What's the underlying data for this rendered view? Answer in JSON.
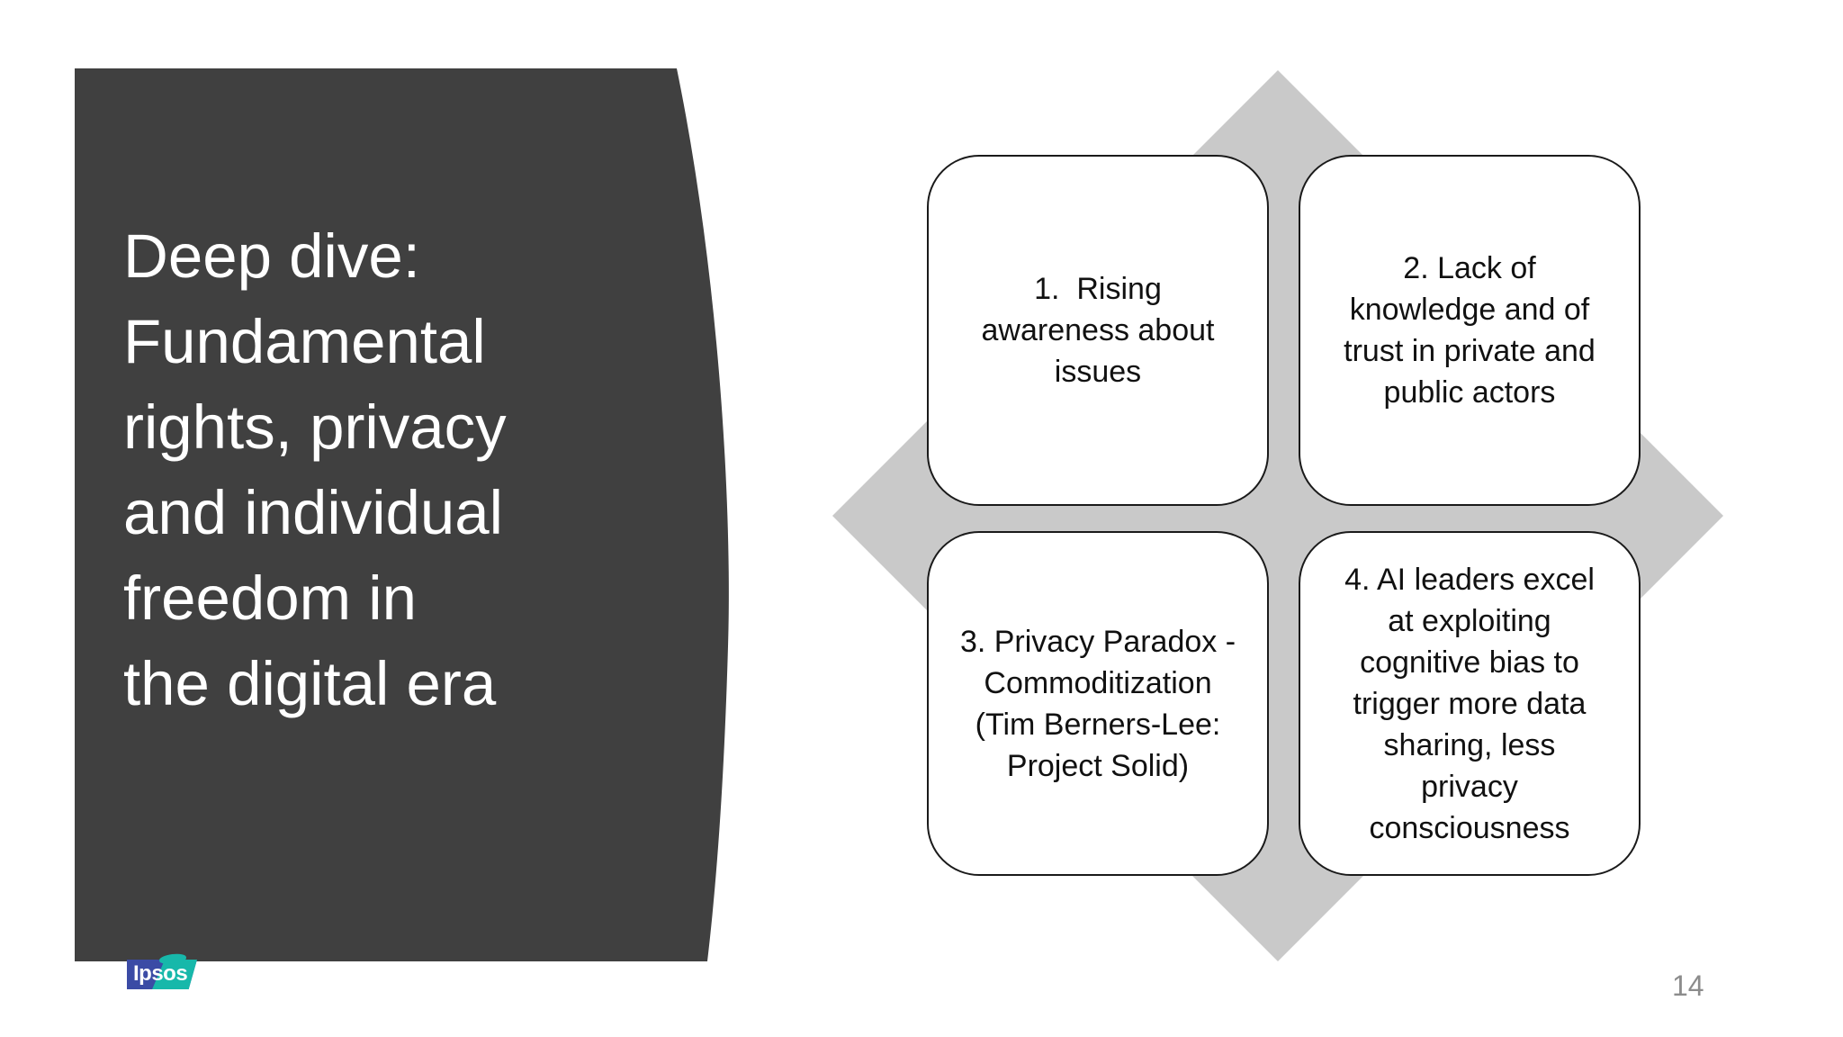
{
  "slide": {
    "title": {
      "text": "Deep dive:\nFundamental\nrights, privacy\nand individual\nfreedom in\nthe digital era"
    },
    "quadrants": [
      {
        "text": "1.  Rising\nawareness about\nissues"
      },
      {
        "text": "2. Lack of\nknowledge and of\ntrust in private and\npublic actors"
      },
      {
        "text": "3. Privacy Paradox -\nCommoditization\n(Tim Berners-Lee:\nProject Solid)"
      },
      {
        "text": "4. AI leaders excel\nat exploiting\ncognitive bias to\ntrigger more data\nsharing, less\nprivacy\nconsciousness"
      }
    ],
    "logo": {
      "text": "Ipsos"
    },
    "page_number": "14",
    "colors": {
      "panel": "#404040",
      "diamond": "#c9c9c9",
      "box_border": "#1a1a1a",
      "box_bg": "#ffffff",
      "title_text": "#ffffff",
      "box_text": "#111111",
      "page_number": "#8c8c8c",
      "logo_blue": "#3b4ba5",
      "logo_teal": "#17b8aa"
    }
  }
}
